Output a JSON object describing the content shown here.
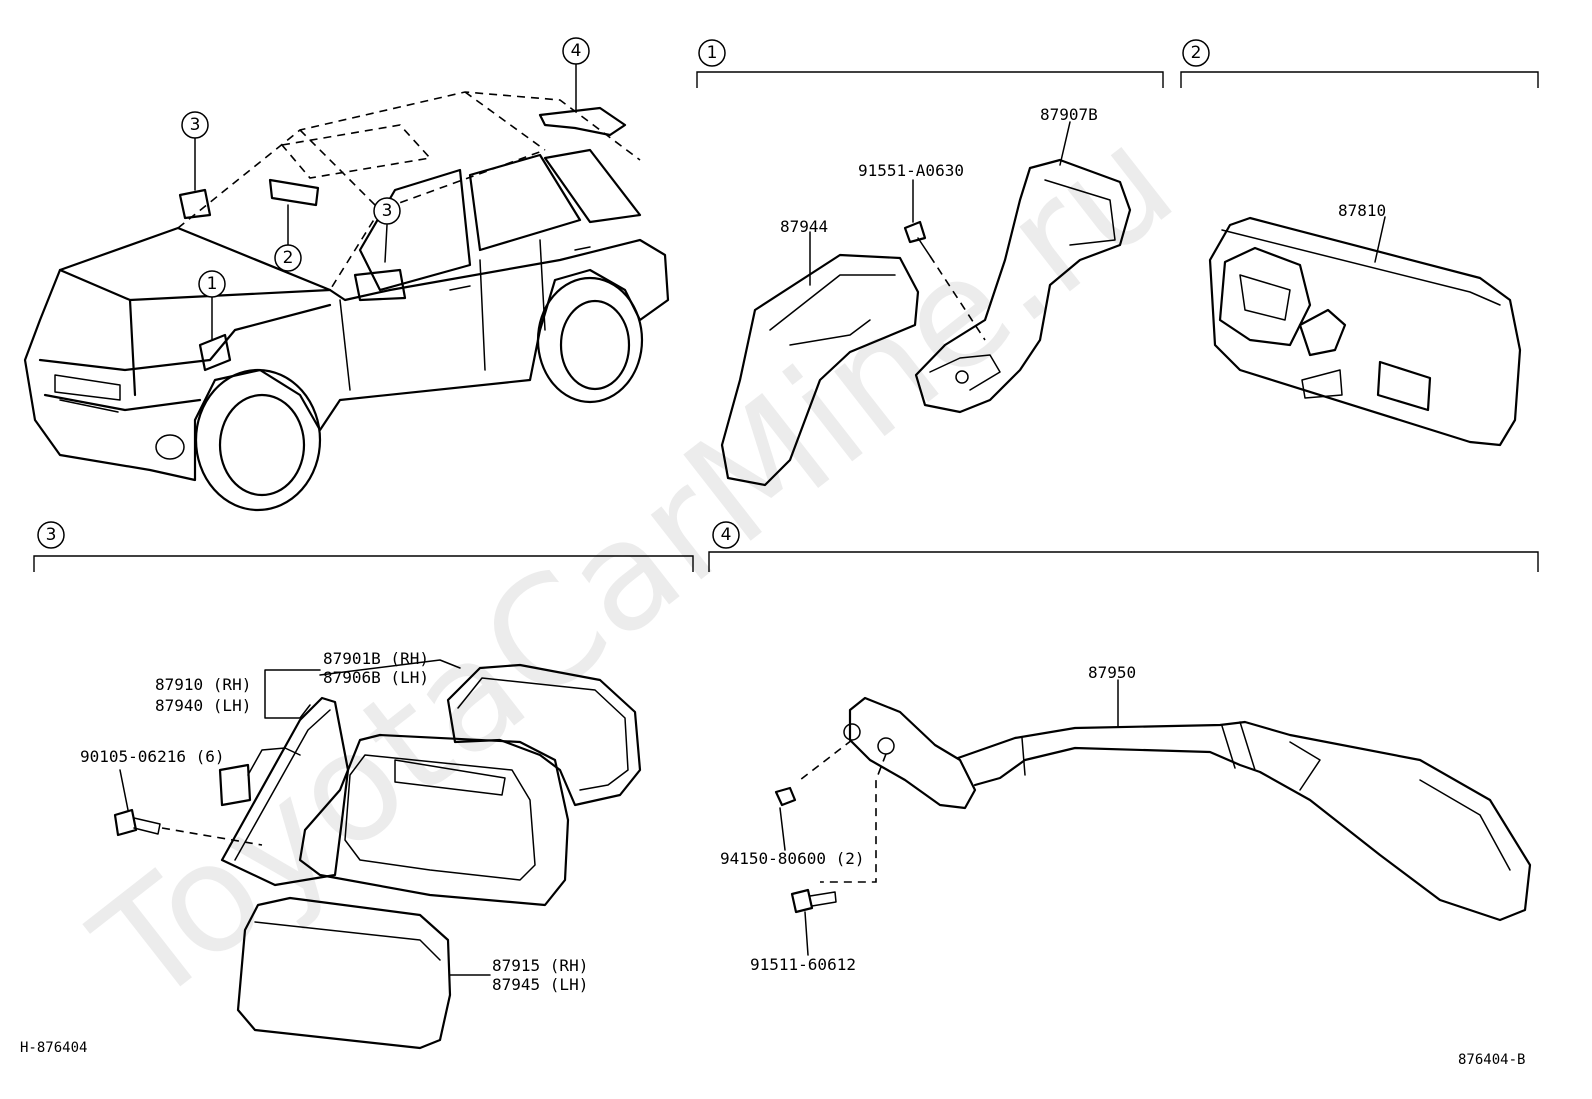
{
  "watermark": "ToyotaCarMine.ru",
  "footer_left": "H-876404",
  "footer_right": "876404-B",
  "sections": [
    {
      "number": "1"
    },
    {
      "number": "2"
    },
    {
      "number": "3"
    },
    {
      "number": "4"
    }
  ],
  "vehicle_callouts": [
    "3",
    "2",
    "3",
    "1",
    "4"
  ],
  "parts": {
    "p87907B": "87907B",
    "p91551": "91551-A0630",
    "p87944": "87944",
    "p87810": "87810",
    "p87901B": "87901B (RH)",
    "p87906B": "87906B (LH)",
    "p87910": "87910 (RH)",
    "p87940": "87940 (LH)",
    "p90105": "90105-06216 (6)",
    "p87915": "87915 (RH)",
    "p87945": "87945 (LH)",
    "p87950": "87950",
    "p94150": "94150-80600 (2)",
    "p91511": "91511-60612"
  }
}
